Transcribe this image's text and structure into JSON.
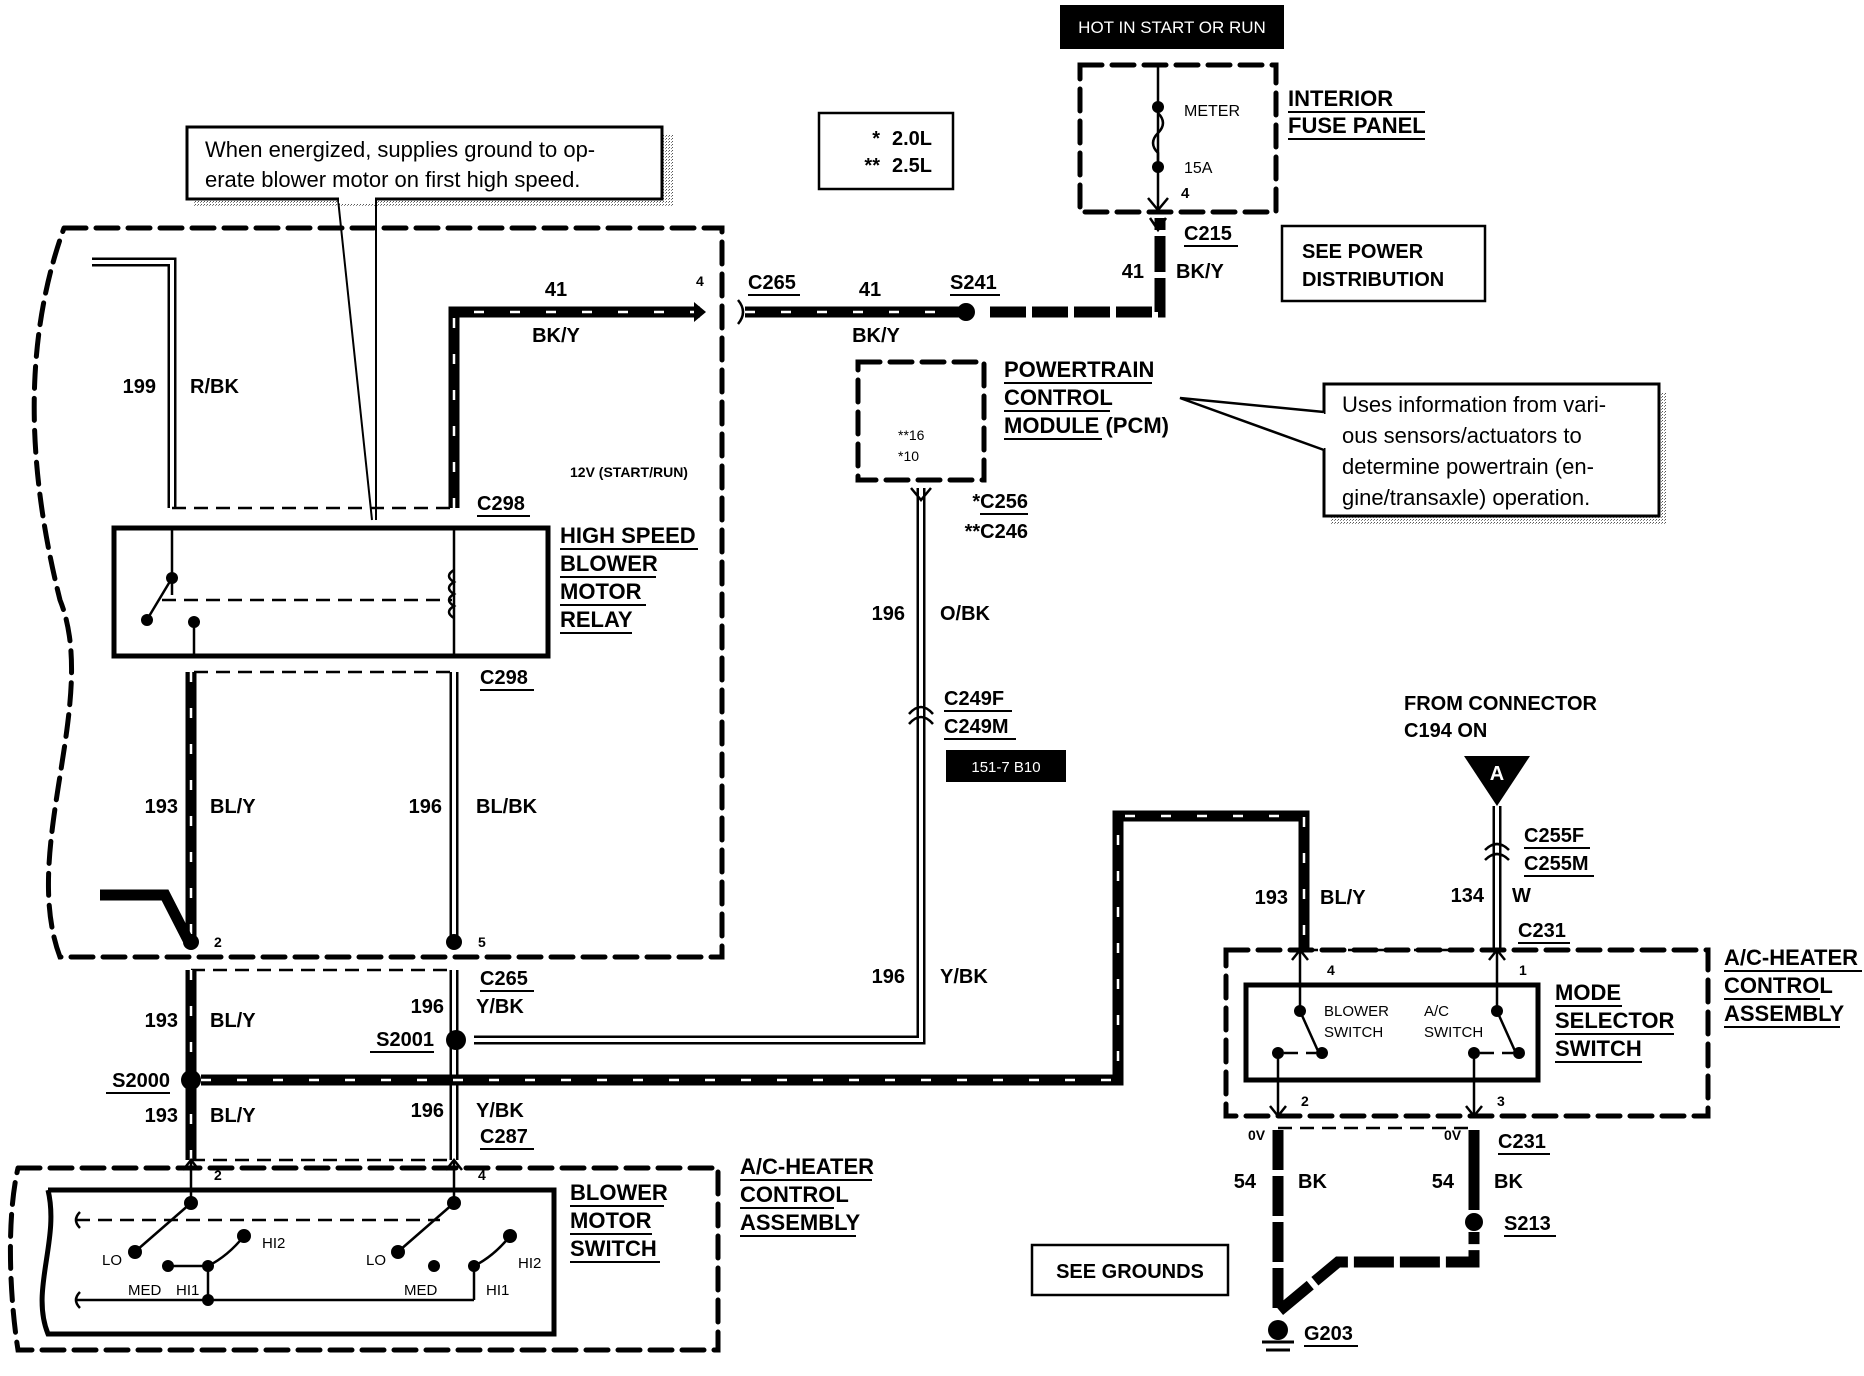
{
  "diagram": {
    "hot_banner": "HOT IN START OR RUN",
    "engine_legend": [
      {
        "mark": "*",
        "value": "2.0L"
      },
      {
        "mark": "**",
        "value": "2.5L"
      }
    ],
    "fuse_panel": {
      "title_line1": "INTERIOR",
      "title_line2": "FUSE PANEL",
      "fuse_name": "METER",
      "fuse_rating": "15A",
      "pin": "4"
    },
    "see_power_distribution": [
      "SEE POWER",
      "DISTRIBUTION"
    ],
    "see_grounds": "SEE GROUNDS",
    "relay_note": [
      "When energized, supplies ground to op-",
      "erate blower motor on first high speed."
    ],
    "pcm_note": [
      "Uses information from vari-",
      "ous sensors/actuators to",
      "determine powertrain (en-",
      "gine/transaxle) operation."
    ],
    "relay": {
      "title": [
        "HIGH SPEED",
        "BLOWER",
        "MOTOR",
        "RELAY"
      ],
      "top_connector": "C298",
      "bottom_connector": "C298",
      "supply_label": "12V (START/RUN)",
      "pin_left": "2",
      "pin_right": "5",
      "pin_out": "4"
    },
    "pcm": {
      "title": [
        "POWERTRAIN",
        "CONTROL",
        "MODULE (PCM)"
      ],
      "pins": [
        "**16",
        "*10"
      ],
      "connector_a": "*C256",
      "connector_b": "**C246"
    },
    "circuits": {
      "c199": {
        "number": "199",
        "color": "R/BK"
      },
      "c41_a": {
        "number": "41",
        "color": "BK/Y"
      },
      "c41_b": {
        "number": "41",
        "color": "BK/Y"
      },
      "c41_c": {
        "number": "41",
        "color": "BK/Y"
      },
      "c193_a": {
        "number": "193",
        "color": "BL/Y"
      },
      "c196_a": {
        "number": "196",
        "color": "BL/BK"
      },
      "c196_pcm": {
        "number": "196",
        "color": "O/BK"
      },
      "c196_y": {
        "number": "196",
        "color": "Y/BK"
      },
      "c193_b": {
        "number": "193",
        "color": "BL/Y"
      },
      "c196_b": {
        "number": "196",
        "color": "Y/BK"
      },
      "c193_c": {
        "number": "193",
        "color": "BL/Y"
      },
      "c196_c": {
        "number": "196",
        "color": "Y/BK"
      },
      "c193_d": {
        "number": "193",
        "color": "BL/Y"
      },
      "c134": {
        "number": "134",
        "color": "W"
      },
      "c54_a": {
        "number": "54",
        "color": "BK"
      },
      "c54_b": {
        "number": "54",
        "color": "BK"
      }
    },
    "connectors": {
      "c215": "C215",
      "c265_top": "C265",
      "s241": "S241",
      "c249f": "C249F",
      "c249m": "C249M",
      "page_ref": "151-7  B10",
      "c265_bottom": "C265",
      "s2001": "S2001",
      "s2000": "S2000",
      "c287": "C287",
      "c255f": "C255F",
      "c255m": "C255M",
      "c231_top": "C231",
      "c231_bottom": "C231",
      "s213": "S213",
      "g203": "G203",
      "zero_v_a": "0V",
      "zero_v_b": "0V"
    },
    "from_connector": [
      "FROM CONNECTOR",
      "C194 ON"
    ],
    "from_connector_flag": "A",
    "mode_selector": {
      "title": [
        "MODE",
        "SELECTOR",
        "SWITCH"
      ],
      "blower_switch": [
        "BLOWER",
        "SWITCH"
      ],
      "ac_switch": [
        "A/C",
        "SWITCH"
      ],
      "pins": [
        "4",
        "1",
        "2",
        "3"
      ]
    },
    "ac_heater_assembly_right": [
      "A/C-HEATER",
      "CONTROL",
      "ASSEMBLY"
    ],
    "ac_heater_assembly_left": [
      "A/C-HEATER",
      "CONTROL",
      "ASSEMBLY"
    ],
    "blower_switch": {
      "title": [
        "BLOWER",
        "MOTOR",
        "SWITCH"
      ],
      "pin_a": "2",
      "pin_b": "4",
      "positions_left": [
        "LO",
        "MED",
        "HI1",
        "HI2"
      ],
      "positions_right": [
        "LO",
        "MED",
        "HI1",
        "HI2"
      ]
    }
  }
}
